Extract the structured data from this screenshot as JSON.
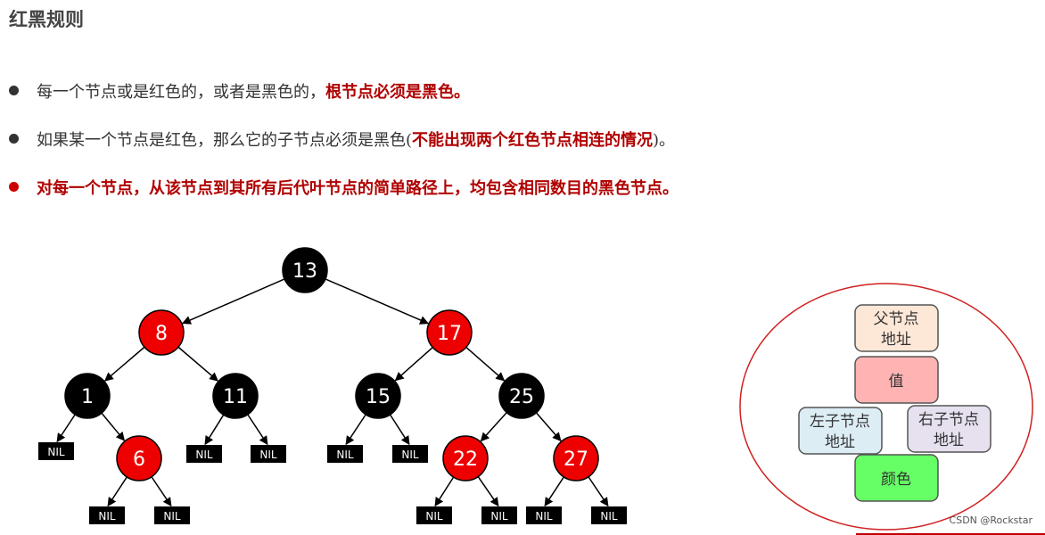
{
  "title": "红黑规则",
  "rules": [
    {
      "text": "每一个节点或是红色的，或者是黑色的，",
      "emphasis": "根节点必须是黑色。"
    },
    {
      "text": "如果某一个节点是红色，那么它的子节点必须是黑色(",
      "emphasis": "不能出现两个红色节点相连的情况",
      "tail": ")。"
    },
    {
      "text": "对每一个节点，从该节点到其所有后代叶节点的简单路径上，均包含相同数目的黑色节点。"
    }
  ],
  "tree": {
    "nodes": [
      {
        "id": "n13",
        "label": "13",
        "color": "black"
      },
      {
        "id": "n8",
        "label": "8",
        "color": "red"
      },
      {
        "id": "n17",
        "label": "17",
        "color": "red"
      },
      {
        "id": "n1",
        "label": "1",
        "color": "black"
      },
      {
        "id": "n11",
        "label": "11",
        "color": "black"
      },
      {
        "id": "n15",
        "label": "15",
        "color": "black"
      },
      {
        "id": "n25",
        "label": "25",
        "color": "black"
      },
      {
        "id": "n6",
        "label": "6",
        "color": "red"
      },
      {
        "id": "n22",
        "label": "22",
        "color": "red"
      },
      {
        "id": "n27",
        "label": "27",
        "color": "red"
      }
    ],
    "nil_label": "NIL"
  },
  "legend": {
    "parent": "父节点地址",
    "value": "值",
    "left": "左子节点地址",
    "right": "右子节点地址",
    "color": "颜色"
  },
  "colors": {
    "red_node": "#ee0000",
    "black_node": "#000000",
    "accent": "#b00000"
  },
  "watermark": "CSDN @Rockstar"
}
